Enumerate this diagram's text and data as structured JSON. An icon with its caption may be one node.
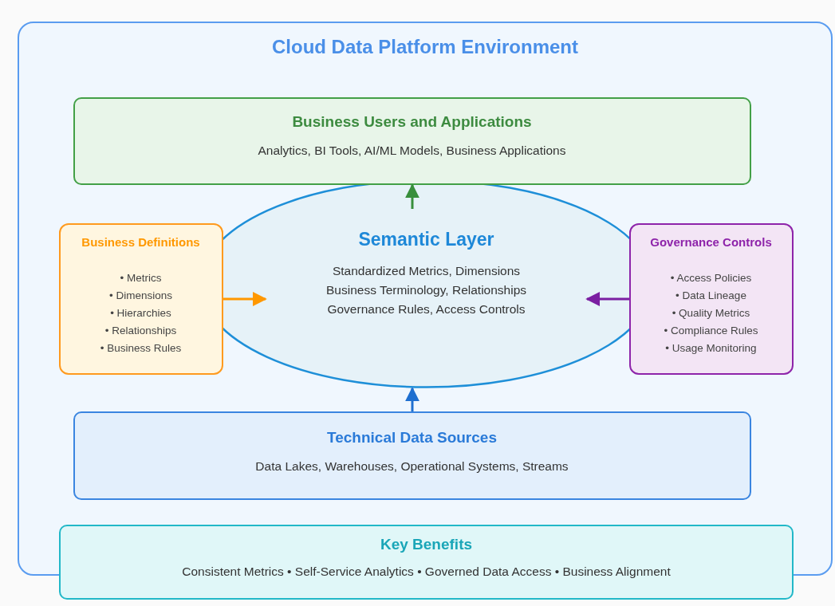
{
  "diagram": {
    "nodes": [
      {
        "text": [
          "Cloud Data Platform Environment"
        ]
      },
      {
        "text": [
          "Business Users and Applications",
          "Analytics, BI Tools, AI/ML Models, Business Applications"
        ],
        "in": 0
      },
      {
        "text": [
          "Semantic Layer",
          "Standardized Metrics, Dimensions",
          "Business Terminology, Relationships",
          "Governance Rules, Access Controls"
        ],
        "in": 0
      },
      {
        "text": [
          "Business Definitions",
          "• Metrics",
          "• Dimensions",
          "• Hierarchies",
          "• Relationships",
          "• Business Rules"
        ],
        "in": 0
      },
      {
        "text": [
          "Governance Controls",
          "• Access Policies",
          "• Data Lineage",
          "• Quality Metrics",
          "• Compliance Rules",
          "• Usage Monitoring"
        ],
        "in": 0
      },
      {
        "text": [
          "Technical Data Sources",
          "Data Lakes, Warehouses, Operational Systems, Streams"
        ],
        "in": 0
      },
      {
        "text": [
          "Key Benefits",
          "Consistent Metrics • Self-Service Analytics • Governed Data Access • Business Alignment"
        ]
      }
    ],
    "edges": [
      {
        "from": 2,
        "to": 1,
        "arrow": "to",
        "color": "#388e3c"
      },
      {
        "from": 3,
        "to": 2,
        "arrow": "to",
        "color": "#ff9800"
      },
      {
        "from": 4,
        "to": 2,
        "arrow": "to",
        "color": "#7b1fa2"
      },
      {
        "from": 5,
        "to": 2,
        "arrow": "to",
        "color": "#1e6fd0"
      }
    ]
  }
}
